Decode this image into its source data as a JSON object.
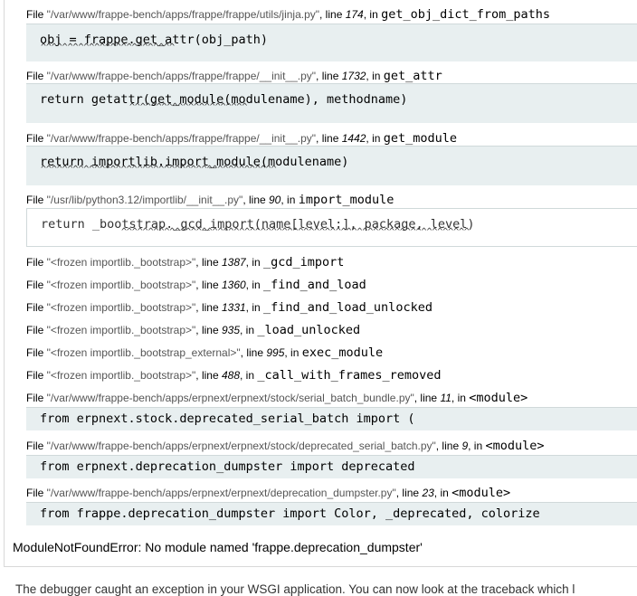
{
  "frames": [
    {
      "file": "\"/var/www/frappe-bench/apps/frappe/frappe/utils/jinja.py\"",
      "line": "174",
      "func": "get_obj_dict_from_paths",
      "code": "obj = frappe.get_attr(obj_path)",
      "carets": "^^^^^^^^^^^^^^^^^^^^^^^^^"
    },
    {
      "file": "\"/var/www/frappe-bench/apps/frappe/frappe/__init__.py\"",
      "line": "1732",
      "func": "get_attr",
      "code": "return getattr(get_module(modulename), methodname)",
      "carets": "^^^^^^^^^^^^^^^^^^^^^^"
    },
    {
      "file": "\"/var/www/frappe-bench/apps/frappe/frappe/__init__.py\"",
      "line": "1442",
      "func": "get_module",
      "code": "return importlib.import_module(modulename)",
      "carets": "^^^^^^^^^^^^^^^^^^^^^^^^^^^^^^^^^^^^^^^^^^^^"
    },
    {
      "file": "\"/usr/lib/python3.12/importlib/__init__.py\"",
      "line": "90",
      "func": "import_module",
      "code": "return _bootstrap._gcd_import(name[level:], package, level)",
      "carets": "^^^^^^^^^^^^^^^^^^^^^^^^^^^^^^^^^^^^^^^^^^^^^^^^^^^^^^^^^^^^^^^^^"
    },
    {
      "file": "\"<frozen importlib._bootstrap>\"",
      "line": "1387",
      "func": "_gcd_import"
    },
    {
      "file": "\"<frozen importlib._bootstrap>\"",
      "line": "1360",
      "func": "_find_and_load"
    },
    {
      "file": "\"<frozen importlib._bootstrap>\"",
      "line": "1331",
      "func": "_find_and_load_unlocked"
    },
    {
      "file": "\"<frozen importlib._bootstrap>\"",
      "line": "935",
      "func": "_load_unlocked"
    },
    {
      "file": "\"<frozen importlib._bootstrap_external>\"",
      "line": "995",
      "func": "exec_module"
    },
    {
      "file": "\"<frozen importlib._bootstrap>\"",
      "line": "488",
      "func": "_call_with_frames_removed"
    },
    {
      "file": "\"/var/www/frappe-bench/apps/erpnext/erpnext/stock/serial_batch_bundle.py\"",
      "line": "11",
      "func": "<module>",
      "code": "from erpnext.stock.deprecated_serial_batch import ("
    },
    {
      "file": "\"/var/www/frappe-bench/apps/erpnext/erpnext/stock/deprecated_serial_batch.py\"",
      "line": "9",
      "func": "<module>",
      "code": "from erpnext.deprecation_dumpster import deprecated"
    },
    {
      "file": "\"/var/www/frappe-bench/apps/erpnext/erpnext/deprecation_dumpster.py\"",
      "line": "23",
      "func": "<module>",
      "code": "from frappe.deprecation_dumpster import Color, _deprecated, colorize"
    }
  ],
  "labels": {
    "file": "File ",
    "line": ", line ",
    "in": ", in "
  },
  "error": "ModuleNotFoundError: No module named 'frappe.deprecation_dumpster'",
  "footer": "The debugger caught an exception in your WSGI application. You can now look at the traceback which l"
}
